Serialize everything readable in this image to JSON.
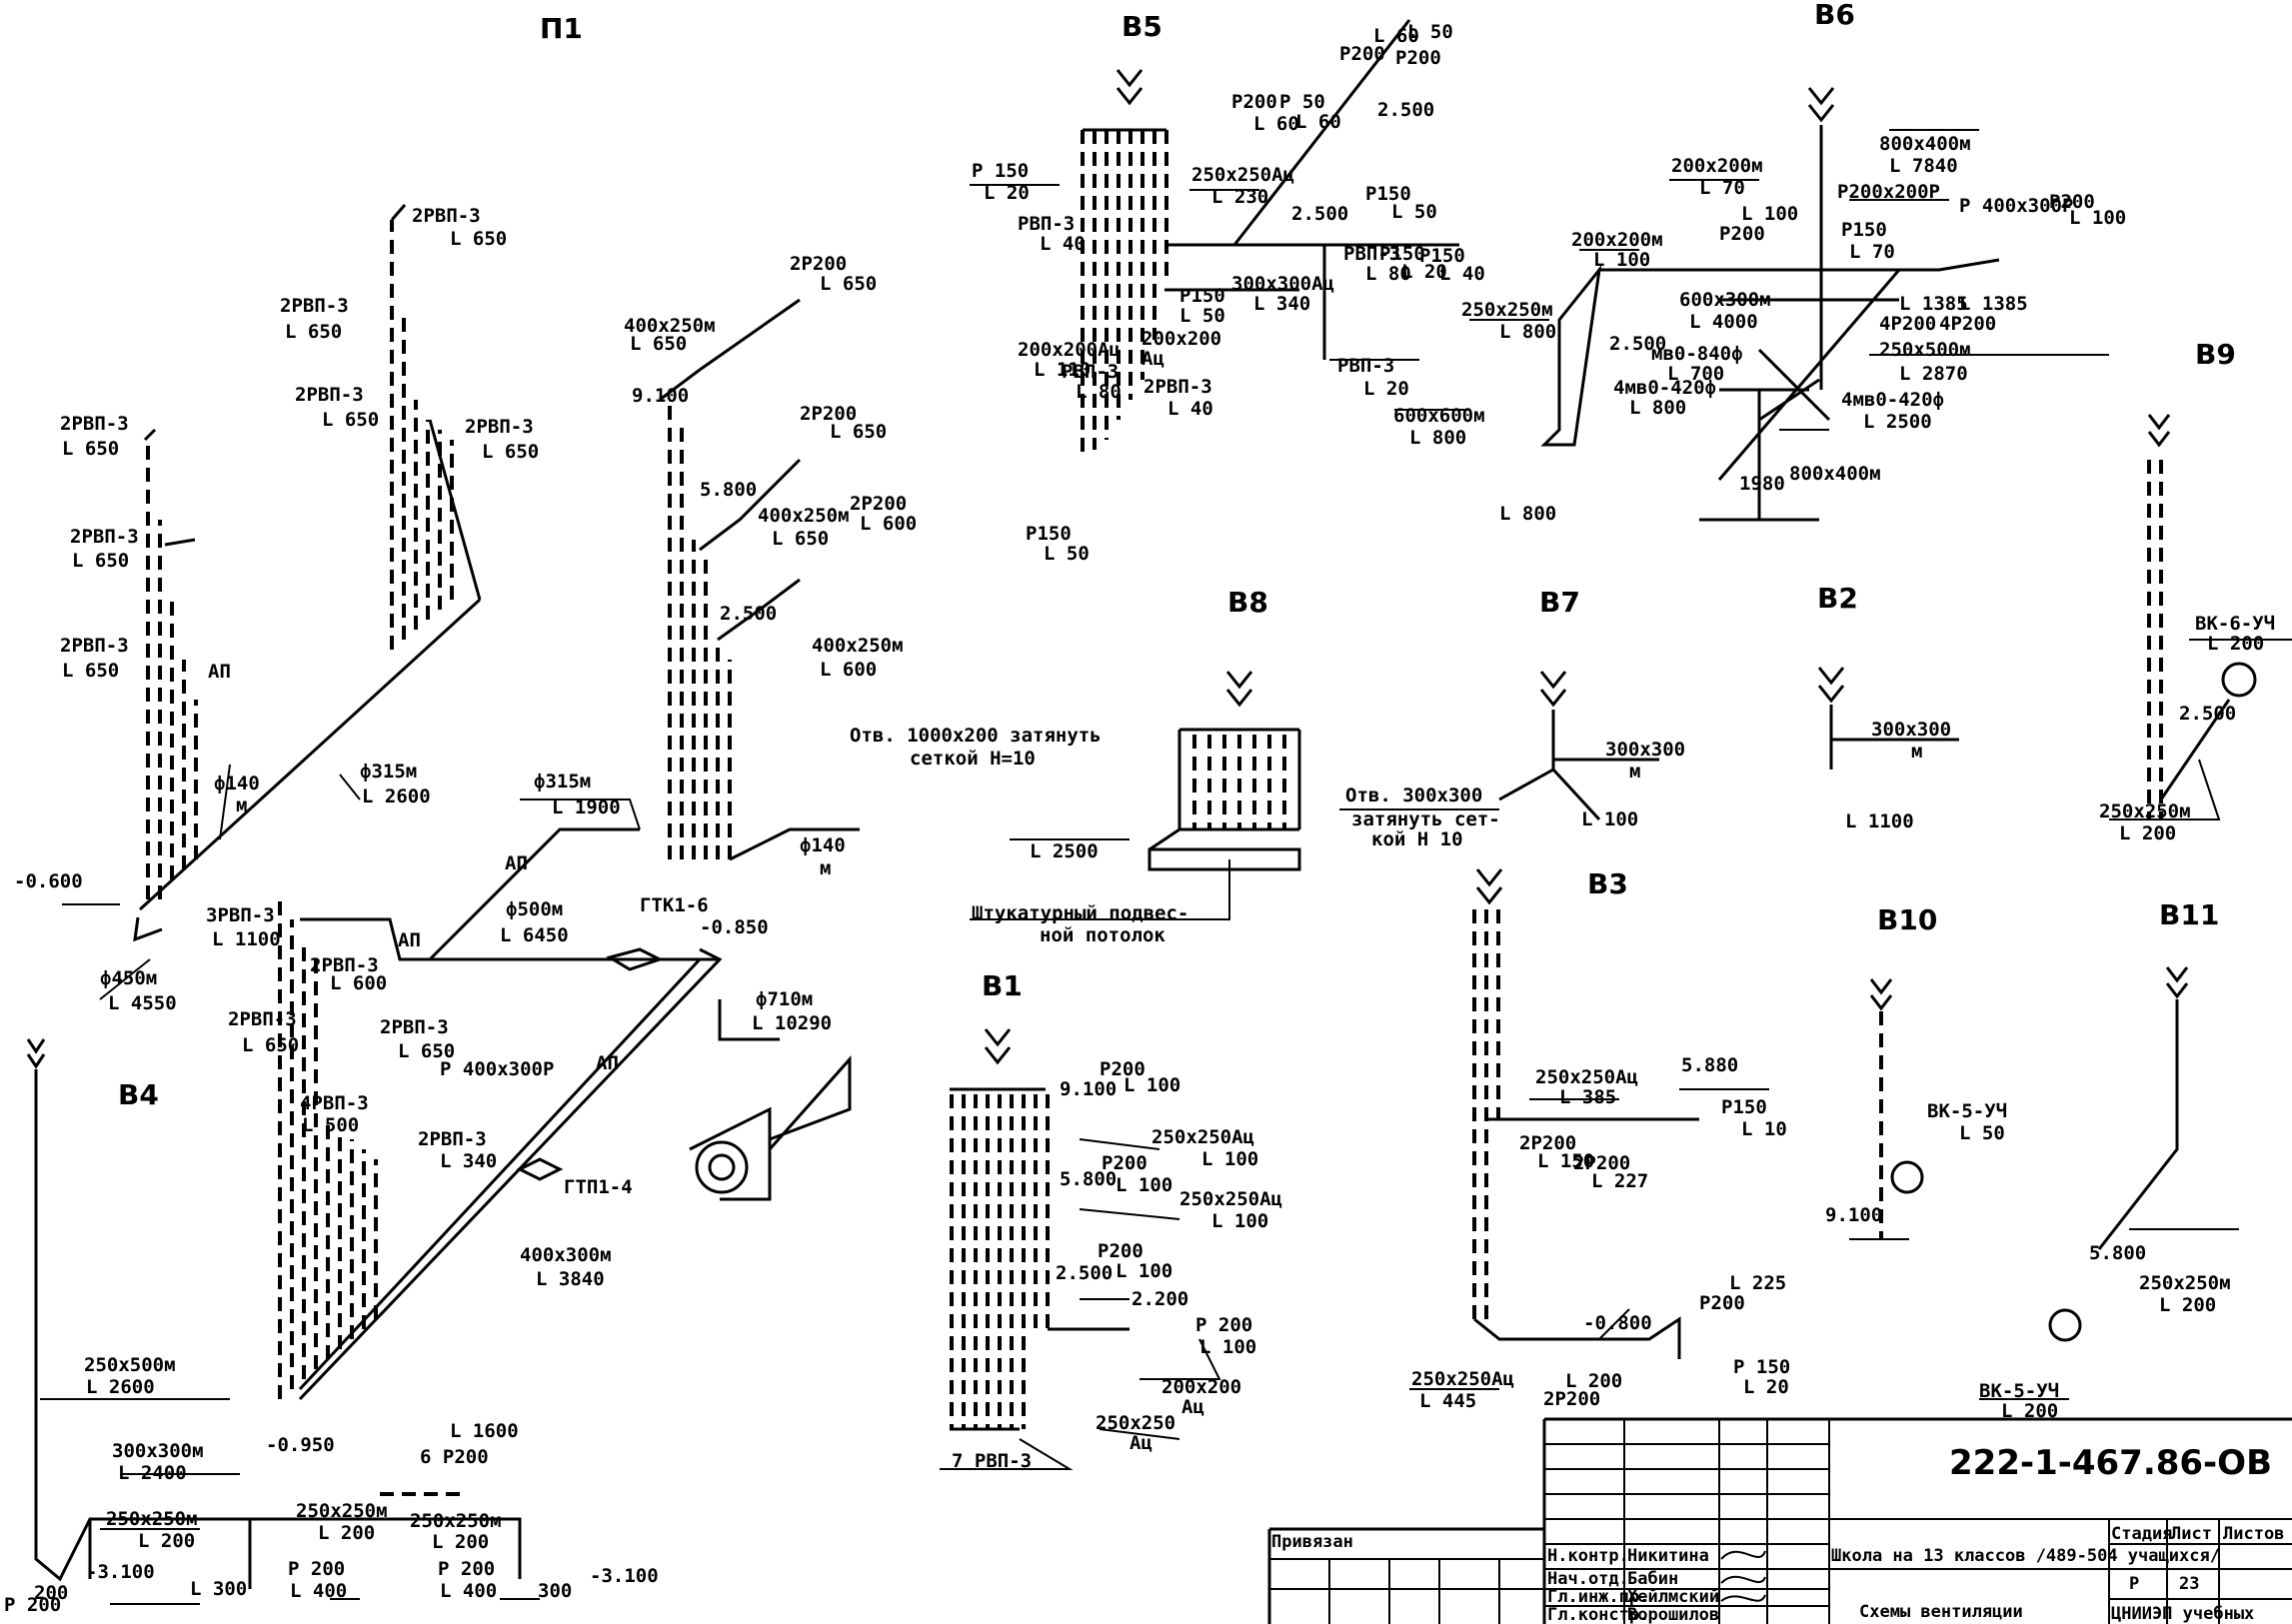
{
  "systems": [
    {
      "id": "P1",
      "title": "П1",
      "labels": [
        "2РВП-3",
        "L 650",
        "2РВП-3",
        "L 650",
        "2РВП-3",
        "L 650",
        "2РВП-3",
        "L 650",
        "2РВП-3",
        "L 650",
        "2РВП-3",
        "L 650",
        "2РВП-3",
        "L 650",
        "ф140",
        "м",
        "ф315м",
        "L 2600",
        "ф315м",
        "L 1900",
        "ф500м",
        "L 6450",
        "ф450м",
        "L 4550",
        "-0.600",
        "3РВП-3",
        "L 1100",
        "2РВП-3",
        "L 600",
        "2РВП-3",
        "L 650",
        "2РВП-3",
        "L 650",
        "400х250м",
        "L 650",
        "9.100",
        "2Р200",
        "L 650",
        "5.800",
        "2Р200",
        "L 650",
        "400х250м",
        "L 650",
        "2Р200",
        "L 600",
        "2.500",
        "400х250м",
        "L 600",
        "ф140",
        "м",
        "Отв. 1000х200  затянуть",
        "сеткой  Н=10",
        "ГТК1-6",
        "-0.850",
        "ф710м",
        "L 10290",
        "Р 400х300Р",
        "4РВП-3",
        "L 500",
        "2РВП-3",
        "L 340",
        "ГТП1-4",
        "400х300м",
        "L 3840",
        "АП",
        "АП",
        "АП",
        "АП"
      ]
    },
    {
      "id": "B4",
      "title": "В4",
      "labels": [
        "250х500м",
        "L 2600",
        "300х300м",
        "L 2400",
        "250х250м",
        "L 200",
        "-3.100",
        "L 300",
        "-0.950",
        "250х250м",
        "L 200",
        "Р 200",
        "L 400",
        "250х250м",
        "L 200",
        "Р 200",
        "L 400",
        "300",
        "6 Р200",
        "L 1600",
        "-3.100",
        "Р 200",
        "200"
      ]
    },
    {
      "id": "B5",
      "title": "В5",
      "labels": [
        "Р 150",
        "L 20",
        "РВП-3",
        "L 40",
        "250х250Ац",
        "L 230",
        "Р200",
        "L 60",
        "Р 50",
        "L 60",
        "2.500",
        "Р200",
        "L 60",
        "Р200",
        "L 50",
        "2.500",
        "Р150",
        "L 50",
        "300х300Ац",
        "L 340",
        "Р150",
        "L 50",
        "200х200",
        "Ац",
        "2РВП-3",
        "L 40",
        "РВП-3",
        "L 20",
        "200х200Ац",
        "L 110",
        "РВП-3",
        "L 80",
        "Р150",
        "L 50",
        "РВП-3",
        "L 80",
        "Р150",
        "L 20",
        "Р150",
        "L 40"
      ]
    },
    {
      "id": "B6",
      "title": "В6",
      "labels": [
        "200х200м",
        "L 70",
        "800х400м",
        "L 7840",
        "Р200х200Р",
        "Р 400х300Р",
        "Р200",
        "L 100",
        "Р150",
        "L 70",
        "Р200",
        "L 100",
        "200х200м",
        "L 100",
        "250х250м",
        "L 800",
        "2.500",
        "600х300м",
        "L 4000",
        "мв0-840ф",
        "L 700",
        "4мв0-420ф",
        "L 800",
        "4Р200",
        "L 1385",
        "4Р200",
        "L 1385",
        "250х500м",
        "L 2870",
        "4мв0-420ф",
        "L 2500",
        "600х600м",
        "L 800",
        "800х400м",
        "1980",
        "L 800"
      ]
    },
    {
      "id": "B8",
      "title": "В8",
      "labels": [
        "L 2500",
        "Штукатурный подвес-",
        "ной потолок"
      ]
    },
    {
      "id": "B7",
      "title": "В7",
      "labels": [
        "300х300",
        "м",
        "Отв. 300х300",
        "затянуть сет-",
        "кой Н 10",
        "L 100"
      ]
    },
    {
      "id": "B2",
      "title": "В2",
      "labels": [
        "300х300",
        "м",
        "L 1100"
      ]
    },
    {
      "id": "B9",
      "title": "В9",
      "labels": [
        "ВК-6-УЧ",
        "L 200",
        "2.500",
        "250х250м",
        "L 200"
      ]
    },
    {
      "id": "B1",
      "title": "В1",
      "labels": [
        "9.100",
        "Р200",
        "L 100",
        "250х250Ац",
        "L 100",
        "5.800",
        "Р200",
        "L 100",
        "250х250Ац",
        "L 100",
        "2.500",
        "Р200",
        "L 100",
        "2.200",
        "Р 200",
        "L 100",
        "200х200",
        "Ац",
        "250х250",
        "Ац",
        "7 РВП-3"
      ]
    },
    {
      "id": "B3",
      "title": "В3",
      "labels": [
        "250х250Ац",
        "L 385",
        "5.880",
        "Р150",
        "L 10",
        "2Р200",
        "L 150",
        "2Р200",
        "L 227",
        "Р200",
        "L 225",
        "-0.800",
        "250х250Ац",
        "L 445",
        "2Р200",
        "L 200",
        "Р 150",
        "L 20"
      ]
    },
    {
      "id": "B10",
      "title": "В10",
      "labels": [
        "ВК-5-УЧ",
        "L 50",
        "9.100"
      ]
    },
    {
      "id": "B11",
      "title": "В11",
      "labels": [
        "5.800",
        "250х250м",
        "L 200",
        "ВК-5-УЧ",
        "L 200"
      ]
    }
  ],
  "title_block": {
    "code": "222-1-467.86-ОВ",
    "bound_label": "Привязан",
    "project_title": "Школа на 13 классов /489-504 учащихся/",
    "sheet_title": "Схемы вентиляции",
    "stage_header": "Стадия",
    "sheet_header": "Лист",
    "sheets_header": "Листов",
    "stage": "Р",
    "sheet": "23",
    "org": "ЦНИИЭП учебных",
    "roles": [
      {
        "role": "Н.контр.",
        "name": "Никитина"
      },
      {
        "role": "Нач.отд.",
        "name": "Бабин"
      },
      {
        "role": "Гл.инж.пр.",
        "name": "Хейлмский"
      },
      {
        "role": "Гл.констр.",
        "name": "Ворошилов"
      }
    ]
  }
}
